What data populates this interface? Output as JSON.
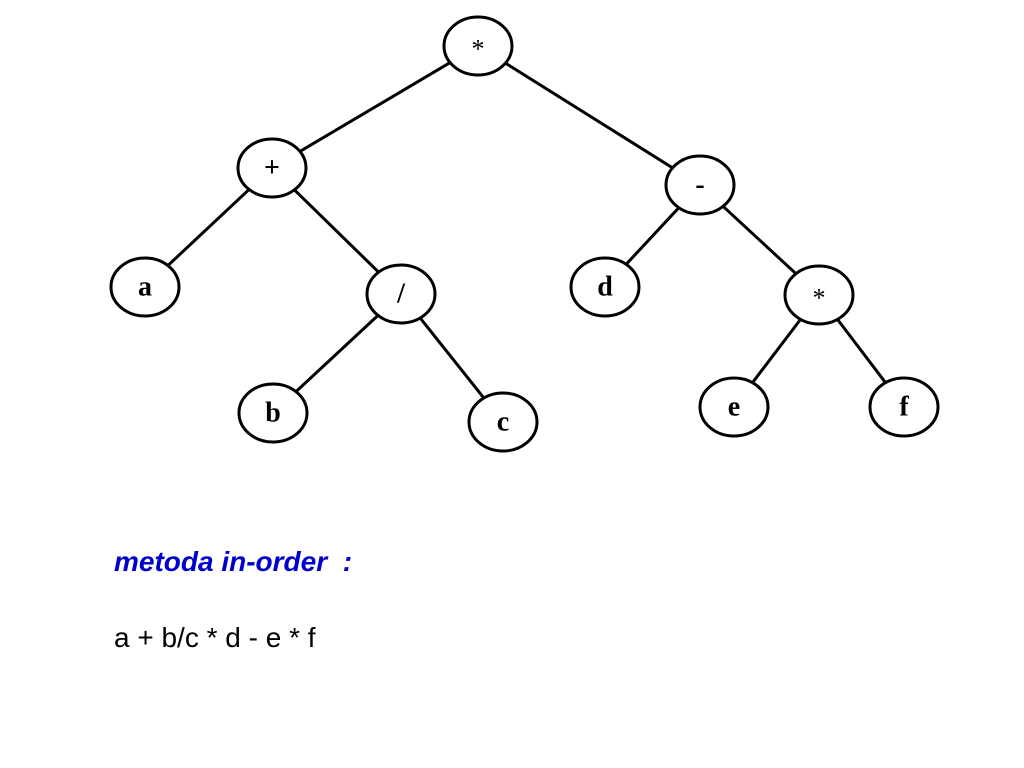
{
  "tree": {
    "nodes": [
      {
        "id": "root",
        "label": "*"
      },
      {
        "id": "plus",
        "label": "+"
      },
      {
        "id": "minus",
        "label": "-"
      },
      {
        "id": "a",
        "label": "a"
      },
      {
        "id": "div",
        "label": "/"
      },
      {
        "id": "d",
        "label": "d"
      },
      {
        "id": "mul2",
        "label": "*"
      },
      {
        "id": "b",
        "label": "b"
      },
      {
        "id": "c",
        "label": "c"
      },
      {
        "id": "e",
        "label": "e"
      },
      {
        "id": "f",
        "label": "f"
      }
    ],
    "edges": [
      [
        "root",
        "plus"
      ],
      [
        "root",
        "minus"
      ],
      [
        "plus",
        "a"
      ],
      [
        "plus",
        "div"
      ],
      [
        "div",
        "b"
      ],
      [
        "div",
        "c"
      ],
      [
        "minus",
        "d"
      ],
      [
        "minus",
        "mul2"
      ],
      [
        "mul2",
        "e"
      ],
      [
        "mul2",
        "f"
      ]
    ]
  },
  "caption": {
    "title": "metoda in-order  :",
    "expression": "a + b/c * d - e * f",
    "title_color": "#0000cc"
  }
}
